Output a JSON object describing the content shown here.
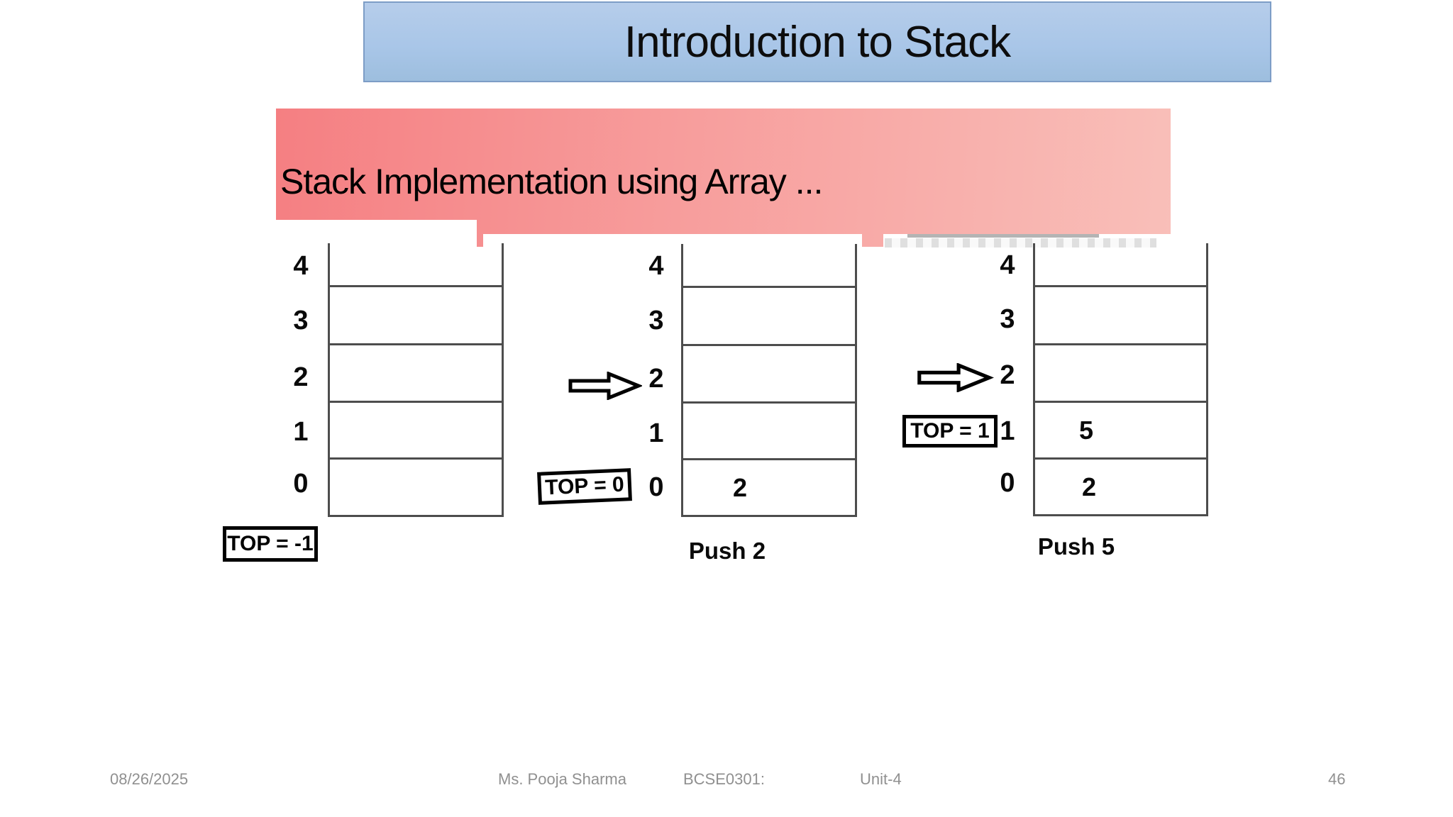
{
  "slide": {
    "title": "Introduction to Stack",
    "banner": "Stack Implementation using Array ...",
    "footer": {
      "date": "08/26/2025",
      "author": "Ms. Pooja Sharma",
      "course_code": "BCSE0301:",
      "unit": "Unit-4",
      "page_number": "46"
    }
  },
  "colors": {
    "title_bar_fill": "#a9c6e8",
    "title_bar_border": "#7d9dc6",
    "banner_gradient_left": "#f57f82",
    "banner_gradient_right": "#f9bfb9",
    "diagram_line": "#4d4d4d",
    "text": "#000000",
    "footer_text": "#909090"
  },
  "diagrams": [
    {
      "name": "empty-stack",
      "row_labels": [
        "4",
        "3",
        "2",
        "1",
        "0"
      ],
      "cells": [
        "",
        "",
        "",
        "",
        ""
      ],
      "top_pointer_label": "TOP = -1",
      "caption": ""
    },
    {
      "name": "push-2",
      "row_labels": [
        "4",
        "3",
        "2",
        "1",
        "0"
      ],
      "cells": [
        "",
        "",
        "",
        "",
        "2"
      ],
      "top_pointer_label": "TOP = 0",
      "caption": "Push 2",
      "arrow_points_to_row": "2"
    },
    {
      "name": "push-5",
      "row_labels": [
        "4",
        "3",
        "2",
        "1",
        "0"
      ],
      "cells": [
        "",
        "",
        "",
        "5",
        "2"
      ],
      "top_pointer_label": "TOP = 1",
      "caption": "Push 5",
      "arrow_points_to_row": "2"
    }
  ]
}
